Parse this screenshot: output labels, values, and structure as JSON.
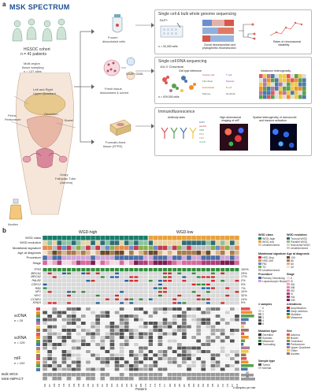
{
  "panel_a": {
    "letter": "a",
    "logo": "MSK SPECTRUM",
    "cohort_title": "HGSOC cohort",
    "cohort_n": "n = 41 patients",
    "sampling_title": "Multi-region",
    "sampling_sub": "tissue sampling",
    "sampling_n": "n = 137 sites",
    "anatomy_labels": [
      "Left and Right",
      "Upper Quadrant",
      "Pelvic",
      "Peritoneum",
      "Omentum",
      "Bowel",
      "Ovary",
      "Fallopian Tube",
      "(Adnexa)",
      "Ascites"
    ],
    "branches": [
      "Frozen",
      "dissociated cells",
      "Fresh tissue,",
      "dissociated & sorted",
      "Formalin-fixed",
      "tissue (FFPE)"
    ],
    "cd45_labels": [
      "CD45+",
      "CD45-"
    ],
    "box_wgs": {
      "title": "Single cell & bulk whole genome sequencing",
      "platform": "DLP+",
      "n_cells": "n = 30,260 cells",
      "step2": "Clonal decomposition and",
      "step2b": "phylogenetic reconstruction",
      "step3": "Rates of chromosomal",
      "step3b": "instability"
    },
    "box_rna": {
      "title": "Single cell RNA sequencing",
      "platform": "10x 3' Chromium",
      "step2": "Cell type inference",
      "n_cells": "n = 929,000 cells",
      "step3": "Intratumor heterogeneity",
      "cell_types": [
        "Cancer cell",
        "Fibroblast",
        "Endothelial",
        "T cell",
        "Myeloid",
        "B cell",
        "Plasma",
        "Dendritic"
      ]
    },
    "box_if": {
      "title": "Immunofluorescence",
      "step1": "Antibody stain",
      "step2": "High-dimensional",
      "step2b": "imaging of mIF",
      "step3": "Spatial heterogeneity of micronuclei",
      "step3b": "and immune activation",
      "markers": [
        "DAPI",
        "panCK",
        "CD8",
        "PD1",
        "TOX",
        "cGAS"
      ]
    }
  },
  "panel_b": {
    "letter": "b",
    "group_left": "WGD-high",
    "group_right": "WGD-low",
    "track_labels": [
      "WGD class",
      "WGD evolution",
      "Mutational signature",
      "Age at diagnosis",
      "Procedure",
      "Stage"
    ],
    "gene_labels": [
      "TP53",
      "BRCA1",
      "BRCA2",
      "PALB2",
      "CDK12",
      "RB1",
      "NF1",
      "MYC",
      "CCNE1",
      "KRAS"
    ],
    "gene_pcts": [
      "100%",
      "29%",
      "17%",
      "2%",
      "5%",
      "7%",
      "10%",
      "32%",
      "24%",
      "5%"
    ],
    "assay_labels": [
      "scDNA",
      "n = 20",
      "scRNA",
      "n = 125",
      "mIF",
      "n = 102",
      "Bulk WGS",
      "MSK-IMPACT"
    ],
    "sample_counts": [
      "30",
      "36",
      "41",
      "41"
    ],
    "patient_label": "Patient",
    "right_axis_label": "# samples per site",
    "patient_ids": [
      "004",
      "007",
      "008",
      "014",
      "016",
      "025",
      "026",
      "028",
      "031",
      "036",
      "037",
      "045",
      "047",
      "049",
      "050",
      "051",
      "053",
      "055",
      "065",
      "067",
      "068",
      "070",
      "071",
      "075",
      "076",
      "077",
      "080",
      "083",
      "085",
      "087",
      "088",
      "090",
      "091",
      "093",
      "094",
      "096",
      "097",
      "101",
      "105",
      "107",
      "112"
    ],
    "legend": {
      "wgd_class_title": "WGD class",
      "wgd_class": [
        "WGD-high",
        "WGD-low",
        "Undetermined"
      ],
      "wgd_evo_title": "WGD evolution",
      "wgd_evo": [
        "Truncal WGD",
        "Parallel WGD",
        "Subclonal WGD",
        "Undetermined"
      ],
      "mutsig_title": "Mutational signature",
      "mutsig": [
        "HRD-Dup",
        "HRD-Del",
        "FBI",
        "TD",
        "Undetermined"
      ],
      "age_title": "Age at diagnosis",
      "age": [
        "100",
        "80",
        "60",
        "40"
      ],
      "procedure_title": "Procedure",
      "procedure": [
        "Primary Debulking",
        "Laparoscopic Biopsy"
      ],
      "stage_title": "Stage",
      "stage": [
        "II",
        "III",
        "IIIA",
        "IIIB",
        "IIIC",
        "IV",
        "IVA",
        "IVB"
      ],
      "samples_title": "# samples",
      "samples": [
        "0",
        "1",
        "2",
        "3",
        "4",
        "5"
      ],
      "alt_title": "Alterations",
      "alterations": [
        "Amplification",
        "Deep deletion",
        "Mutation",
        "Missense"
      ],
      "muttype_title": "Mutation type",
      "muttype": [
        "Germline",
        "Somatic",
        "Missense",
        "Truncating"
      ],
      "site_title": "Site",
      "sites": [
        "Adnexa",
        "Bowel",
        "Omentum",
        "Peritoneum",
        "Upper Quadrant",
        "Other",
        "Ascites"
      ],
      "sample_type_title": "Sample type",
      "sample_type": [
        "Tumor",
        "Normal"
      ]
    }
  },
  "colors": {
    "wgd_high": "#1b7d6b",
    "wgd_low": "#e8a33d",
    "amp": "#d62728",
    "del": "#1f5fa8",
    "mut": "#2f8f3a",
    "grey": "#d9d9d9",
    "dark": "#444444"
  }
}
